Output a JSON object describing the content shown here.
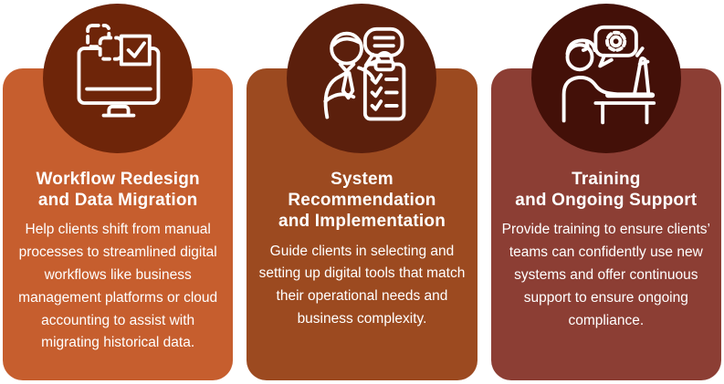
{
  "page": {
    "background": "#FFFFFF",
    "text_color": "#FFFFFF"
  },
  "cards": [
    {
      "title": "Workflow Redesign\nand Data Migration",
      "body": "Help clients shift from manual processes to streamlined digital workflows like business management platforms or cloud accounting to assist with migrating historical data.",
      "icon": "monitor-data-migration-icon",
      "card_color": "#C65E2E",
      "circle_color": "#6E2509"
    },
    {
      "title": "System\nRecommendation\nand Implementation",
      "body": "Guide clients in selecting and setting up digital tools that match their operational needs and business complexity.",
      "icon": "consultant-clipboard-icon",
      "card_color": "#9C4A20",
      "circle_color": "#5B1F0C"
    },
    {
      "title": "Training\nand Ongoing Support",
      "body": "Provide training to ensure clients’ teams can confidently use new systems and offer continuous support to ensure ongoing compliance.",
      "icon": "person-laptop-support-icon",
      "card_color": "#8C3E34",
      "circle_color": "#431008"
    }
  ]
}
